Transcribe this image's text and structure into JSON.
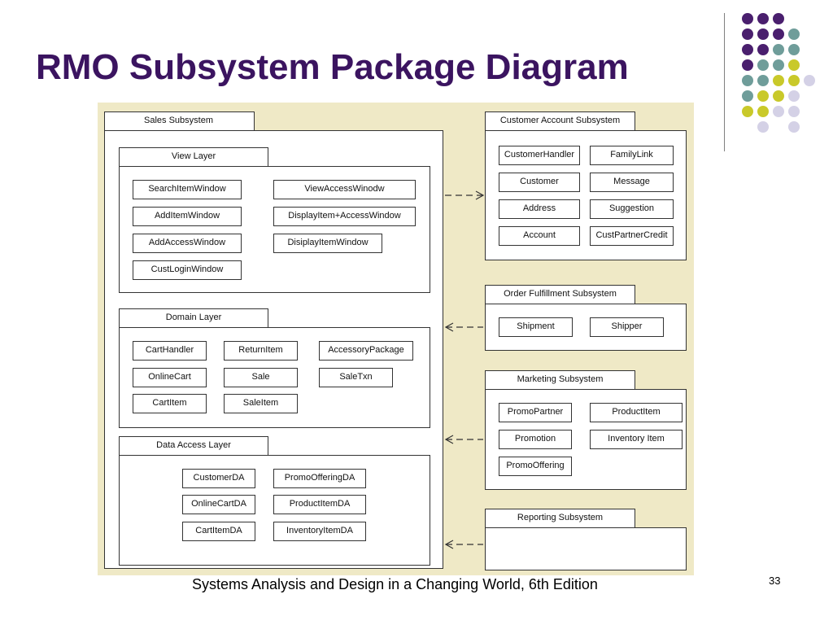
{
  "slide": {
    "title": "RMO Subsystem Package Diagram",
    "footer": "Systems Analysis and Design in a Changing World, 6th Edition",
    "page_number": "33"
  },
  "colors": {
    "title": "#3b1460",
    "dot_purple": "#4a1f6e",
    "dot_teal": "#6f9d9a",
    "dot_yellow": "#c9c92a",
    "dot_lavender": "#d4d1e6",
    "diagram_background": "#efe9c6"
  },
  "diagram": {
    "sales": {
      "name": "Sales Subsystem",
      "view_layer": {
        "name": "View Layer",
        "classes": [
          "SearchItemWindow",
          "ViewAccessWinodw",
          "AddItemWindow",
          "DisplayItem+AccessWindow",
          "AddAccessWindow",
          "DisiplayItemWindow",
          "CustLoginWindow"
        ]
      },
      "domain_layer": {
        "name": "Domain Layer",
        "classes": [
          "CartHandler",
          "ReturnItem",
          "AccessoryPackage",
          "OnlineCart",
          "Sale",
          "SaleTxn",
          "CartItem",
          "SaleItem"
        ]
      },
      "data_access_layer": {
        "name": "Data Access Layer",
        "classes": [
          "CustomerDA",
          "PromoOfferingDA",
          "OnlineCartDA",
          "ProductItemDA",
          "CartItemDA",
          "InventoryItemDA"
        ]
      }
    },
    "customer_account": {
      "name": "Customer Account Subsystem",
      "classes": [
        "CustomerHandler",
        "FamilyLink",
        "Customer",
        "Message",
        "Address",
        "Suggestion",
        "Account",
        "CustPartnerCredit"
      ]
    },
    "order_fulfillment": {
      "name": "Order Fulfillment Subsystem",
      "classes": [
        "Shipment",
        "Shipper"
      ]
    },
    "marketing": {
      "name": "Marketing Subsystem",
      "classes": [
        "PromoPartner",
        "ProductItem",
        "Promotion",
        "Inventory Item",
        "PromoOffering"
      ]
    },
    "reporting": {
      "name": "Reporting Subsystem"
    }
  }
}
